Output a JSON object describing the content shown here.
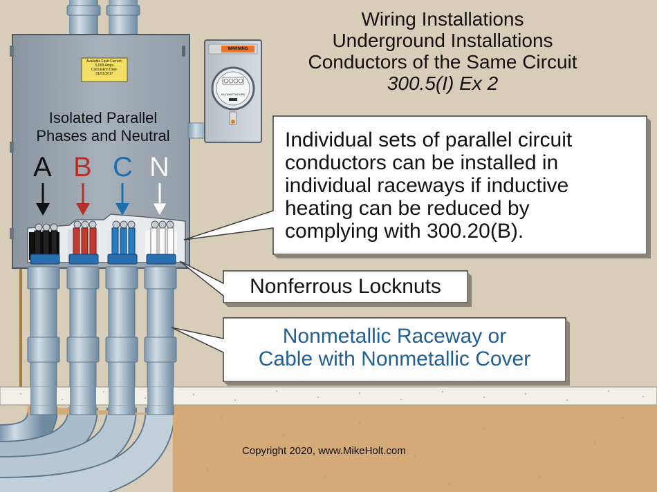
{
  "title": {
    "line1": "Wiring Installations",
    "line2": "Underground Installations",
    "line3": "Conductors of the Same Circuit",
    "line4": "300.5(I) Ex 2"
  },
  "panel": {
    "label_line1": "Isolated Parallel",
    "label_line2": "Phases and Neutral",
    "plate_line1": "Available Fault Current:",
    "plate_line2": "5,000 Amps",
    "plate_line3": "Calculation Date:",
    "plate_line4": "01/01/2017"
  },
  "phases": [
    {
      "letter": "A",
      "color": "#111111"
    },
    {
      "letter": "B",
      "color": "#b5312a"
    },
    {
      "letter": "C",
      "color": "#1f6fae"
    },
    {
      "letter": "N",
      "color": "#ffffff"
    }
  ],
  "meter": {
    "warning": "WARNING",
    "dial_label": "KILOWATTHOURS"
  },
  "callouts": {
    "main_line1": "Individual sets of parallel circuit",
    "main_line2": "conductors can be installed in",
    "main_line3": "individual raceways if inductive",
    "main_line4": "heating can be reduced by",
    "main_line5": "complying with 300.20(B).",
    "locknuts": "Nonferrous Locknuts",
    "raceway_line1": "Nonmetallic Raceway or",
    "raceway_line2": "Cable with Nonmetallic Cover",
    "raceway_color": "#1f5f94"
  },
  "copyright": "Copyright 2020, www.MikeHolt.com"
}
